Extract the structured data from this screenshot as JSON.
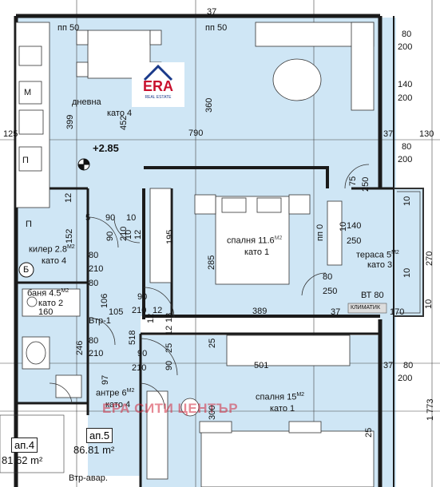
{
  "logo": {
    "brand": "ERA",
    "tagline": "REAL ESTATE"
  },
  "watermark": "ЕРА СИТИ ЦЕНТЪР",
  "rooms": {
    "living": {
      "name": "дневна",
      "floor": "като 4",
      "level": "+2.85"
    },
    "bedroom1": {
      "name": "спалня 11.6",
      "sup": "M2",
      "floor": "като 1"
    },
    "terrace": {
      "name": "тераса 5",
      "sup": "M2",
      "floor": "като 3"
    },
    "storage": {
      "name": "килер 2.8",
      "sup": "M2",
      "floor": "като 4"
    },
    "bath": {
      "name": "баня 4.5",
      "sup": "M2",
      "floor": "като 2"
    },
    "hall": {
      "name": "антре 6",
      "sup": "M2",
      "floor": "като 4"
    },
    "bedroom2": {
      "name": "спалня 15",
      "sup": "M2",
      "floor": "като 1"
    }
  },
  "units": {
    "ap4": {
      "label": "ап.4",
      "area": "81.62 m²"
    },
    "ap5": {
      "label": "ап.5",
      "area": "86.81 m²"
    }
  },
  "markers": {
    "b_circle": "Б",
    "p_left": "П",
    "p_small": "П",
    "vt80": "ВТ 80",
    "vtr1": "Втр-1",
    "vtr_avar": "Втр-авар.",
    "klimatik": "КЛИМАТИК",
    "m_icon": "M"
  },
  "windows": {
    "pp50_a": "пп 50",
    "pp50_b": "пп 50",
    "pp0": "пп 0"
  },
  "dimensions": {
    "d37_top": "37",
    "d130": "130",
    "d1773": "1 773",
    "d360": "360",
    "d790": "790",
    "d399": "399",
    "d452": "452",
    "d125": "125",
    "d75": "75",
    "d250a": "250",
    "d37_mid": "37",
    "d80a": "80",
    "d200a": "200",
    "d140a": "140",
    "d200b": "200",
    "d80b": "80",
    "d200c": "200",
    "d10a": "10",
    "d10b": "10",
    "d270": "270",
    "d10c": "10",
    "d170": "170",
    "d37_r": "37",
    "d80c": "80",
    "d200d": "200",
    "d10d": "10",
    "d140b": "140",
    "d250b": "250",
    "d80d": "80",
    "d250c": "250",
    "d389": "389",
    "d37b": "37",
    "d501": "501",
    "d285": "285",
    "d195": "195",
    "d12a": "12",
    "d5": "5",
    "d90a": "90",
    "d10e": "10",
    "d210a": "210",
    "d12b": "12",
    "d152": "152",
    "d90b": "90",
    "d80e": "80",
    "d210b": "210",
    "d80f": "80",
    "d106": "106",
    "d90c": "90",
    "d160": "160",
    "d105": "105",
    "d210c": "210",
    "d12c": "12",
    "d518": "518",
    "d13": "13",
    "d246": "246",
    "d80g": "80",
    "d210d": "210",
    "d90d": "90",
    "d210e": "210",
    "d97": "97",
    "d25a": "25",
    "d25b": "25",
    "d12d": "12",
    "d90e": "90",
    "d300": "300",
    "d10f": "10",
    "d12e": "12",
    "d25c": "25"
  },
  "colors": {
    "room_fill": "#cfe6f5",
    "wall": "#1a1a1a",
    "watermark": "#d22a3c",
    "brand": "#c8102e"
  }
}
